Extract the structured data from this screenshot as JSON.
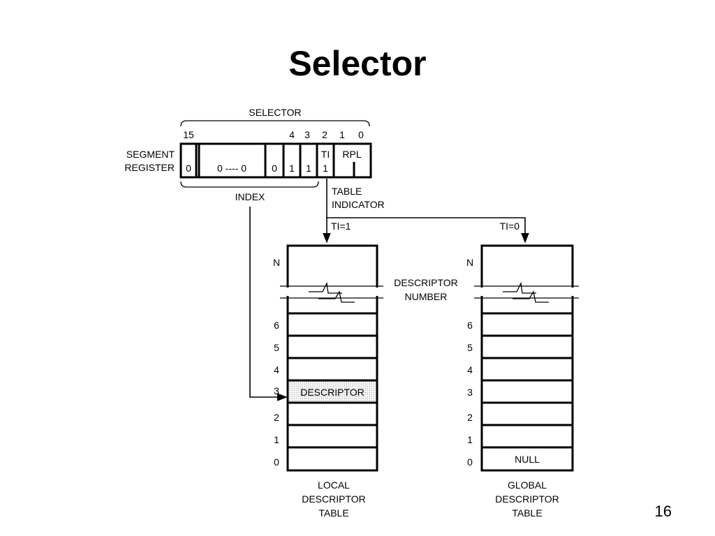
{
  "slide": {
    "title": "Selector",
    "number": "16"
  },
  "selector": {
    "label": "SELECTOR",
    "bit_labels": [
      "15",
      "4",
      "3",
      "2",
      "1",
      "0"
    ],
    "register_label": [
      "SEGMENT",
      "REGISTER"
    ],
    "field_values": [
      "0",
      "0 ---- 0",
      "0",
      "1",
      "1"
    ],
    "ti": {
      "label": "TI",
      "value": "1"
    },
    "rpl_label": "RPL",
    "index_label": "INDEX",
    "table_indicator_label": [
      "TABLE",
      "INDICATOR"
    ]
  },
  "branches": {
    "local": "TI=1",
    "global": "TI=0"
  },
  "descriptor_number_label": [
    "DESCRIPTOR",
    "NUMBER"
  ],
  "local_table": {
    "top_label": "N",
    "row_labels": [
      "6",
      "5",
      "4",
      "3",
      "2",
      "1",
      "0"
    ],
    "highlighted_entry": "DESCRIPTOR",
    "name": [
      "LOCAL",
      "DESCRIPTOR",
      "TABLE"
    ]
  },
  "global_table": {
    "top_label": "N",
    "row_labels": [
      "6",
      "5",
      "4",
      "3",
      "2",
      "1",
      "0"
    ],
    "null_entry": "NULL",
    "name": [
      "GLOBAL",
      "DESCRIPTOR",
      "TABLE"
    ]
  }
}
